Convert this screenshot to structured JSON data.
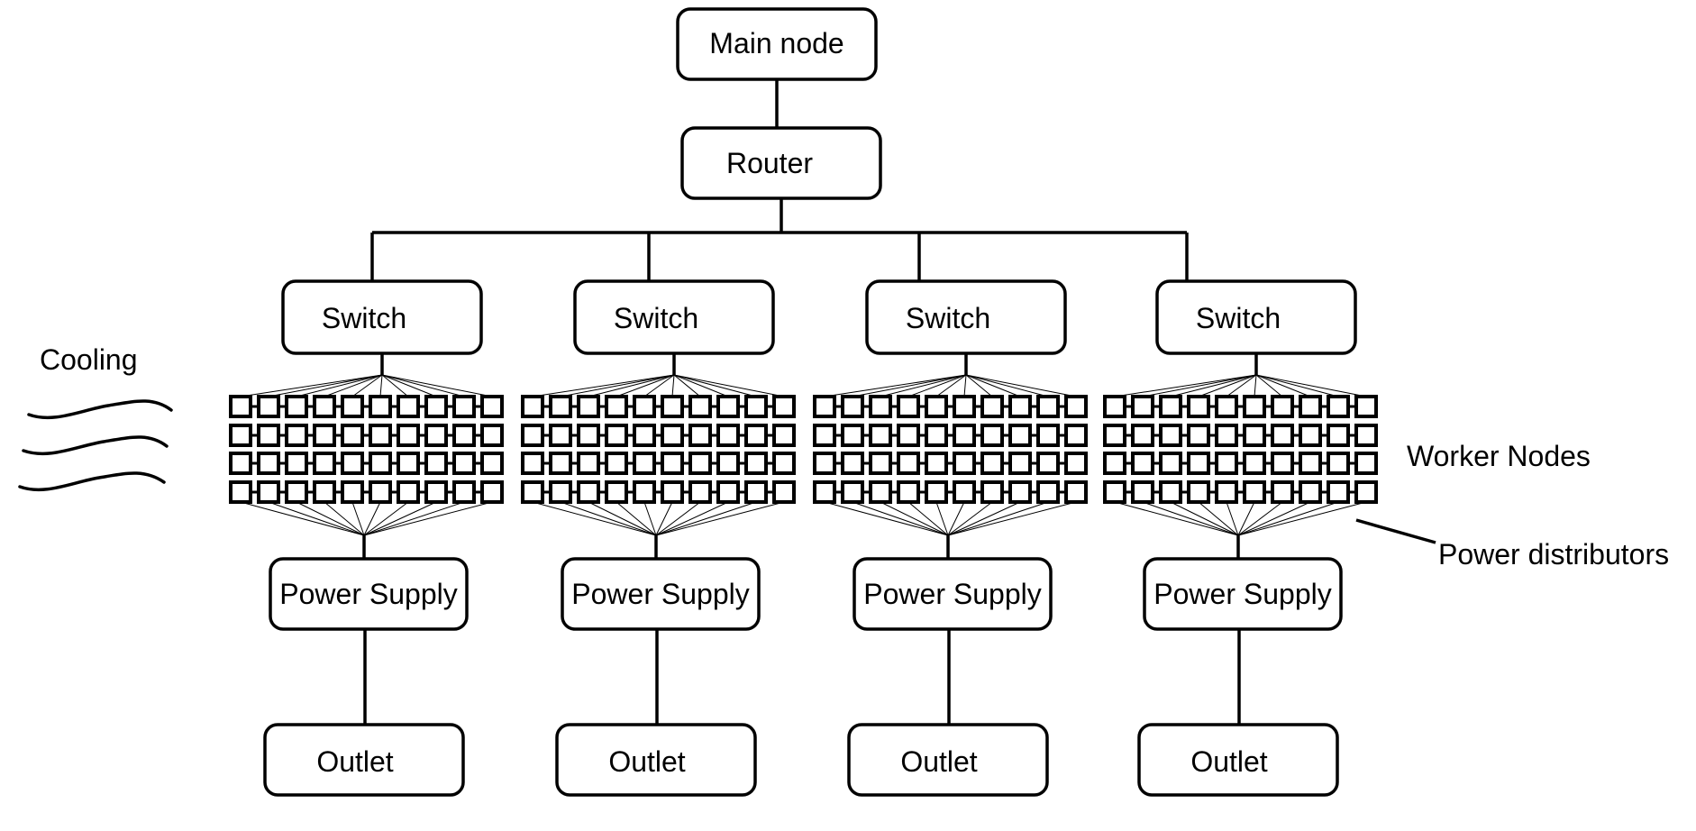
{
  "diagram": {
    "main_node": "Main node",
    "router": "Router",
    "switch_label": "Switch",
    "power_supply_label": "Power Supply",
    "outlet_label": "Outlet",
    "cooling": "Cooling",
    "worker_nodes": "Worker Nodes",
    "power_distributors": "Power distributors",
    "cluster_count": 4,
    "grid_rows": 4,
    "grid_cols": 10
  }
}
